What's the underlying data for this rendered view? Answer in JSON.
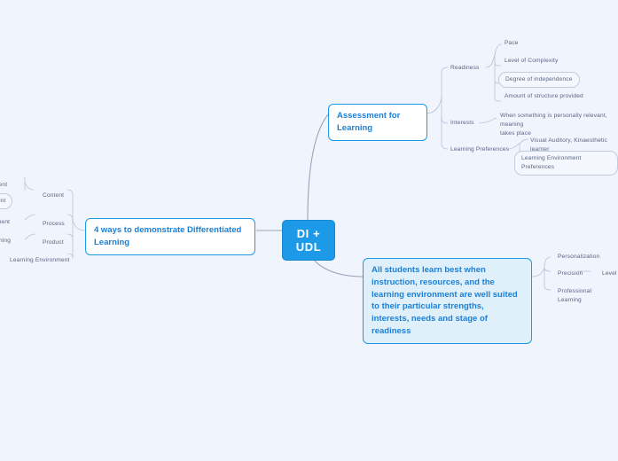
{
  "canvas": {
    "background_color": "#f0f4fd",
    "accent_color": "#1c9ae8",
    "text_color": "#1c7fd6",
    "leaf_text_color": "#5b6480",
    "connector_color": "#9aa3b8"
  },
  "root": {
    "label": "DI + UDL"
  },
  "branches": {
    "assessment": {
      "label": "Assessment for Learning",
      "children": [
        {
          "label": "Readiness",
          "children": [
            {
              "label": "Pace"
            },
            {
              "label": "Level of Complexity"
            },
            {
              "label": "Degree of independence"
            },
            {
              "label": "Amount of structure provided"
            }
          ]
        },
        {
          "label": "Interests",
          "children": [
            {
              "label": "When something is personally relevant, meaning\ntakes place"
            }
          ]
        },
        {
          "label": "Learning Preferences",
          "children": [
            {
              "label": "Visual Auditory, Kinaesthetic learner"
            },
            {
              "label": "Learning Environment Preferences"
            }
          ]
        }
      ]
    },
    "four_ways": {
      "label": "4 ways to demonstrate Differentiated Learning",
      "children": [
        {
          "label": "Content",
          "child": "ontent"
        },
        {
          "label": "Content",
          "child2": "y point"
        },
        {
          "label": "Process",
          "child": "ssment"
        },
        {
          "label": "Product",
          "child": "earning"
        },
        {
          "label": "Learning Environment"
        }
      ],
      "child_labels": [
        "Content",
        "Process",
        "Product",
        "Learning Environment"
      ],
      "clipped_labels": [
        "ontent",
        "y point",
        "ssment",
        "earning"
      ]
    },
    "statement": {
      "label": "All students learn best when instruction, resources, and the learning environment are well suited to their particular strengths, interests, needs and stage of readiness",
      "children": [
        {
          "label": "Personalization"
        },
        {
          "label": "Precision",
          "children": [
            {
              "label": "Level"
            }
          ]
        },
        {
          "label": "Professional Learning"
        }
      ]
    }
  }
}
